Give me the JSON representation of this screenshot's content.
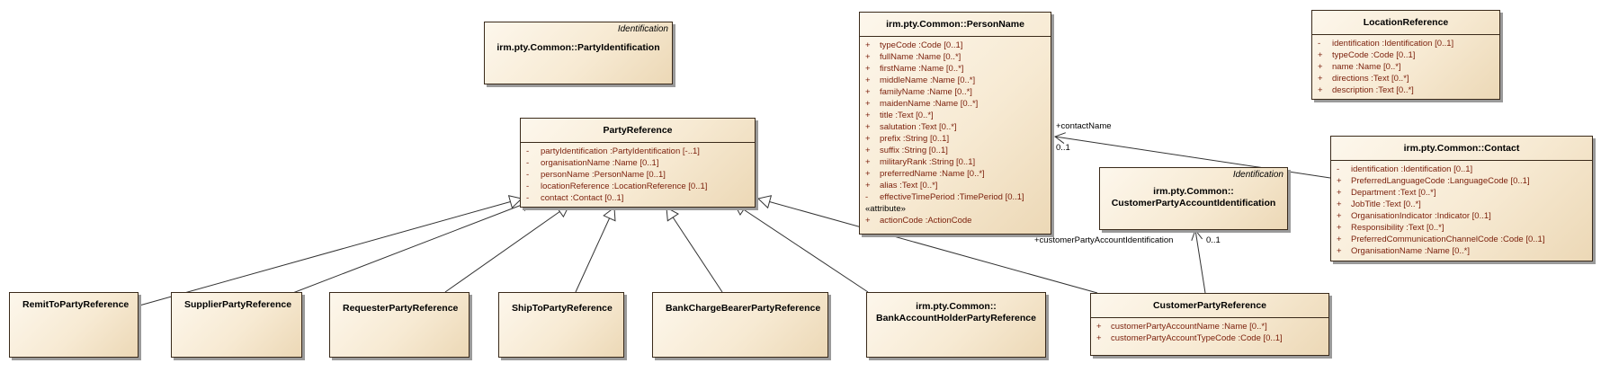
{
  "classes": {
    "party_identification": {
      "stereotype": "Identification",
      "name": "irm.pty.Common::PartyIdentification"
    },
    "party_reference": {
      "name": "PartyReference",
      "attributes": [
        {
          "vis": "-",
          "text": "partyIdentification  :PartyIdentification [-..1]"
        },
        {
          "vis": "-",
          "text": "organisationName  :Name [0..1]"
        },
        {
          "vis": "-",
          "text": "personName  :PersonName [0..1]"
        },
        {
          "vis": "-",
          "text": "locationReference  :LocationReference [0..1]"
        },
        {
          "vis": "-",
          "text": "contact  :Contact [0..1]"
        }
      ]
    },
    "person_name": {
      "name": "irm.pty.Common::PersonName",
      "attributes": [
        {
          "vis": "+",
          "text": "typeCode  :Code [0..1]"
        },
        {
          "vis": "+",
          "text": "fullName  :Name [0..*]"
        },
        {
          "vis": "+",
          "text": "firstName  :Name [0..*]"
        },
        {
          "vis": "+",
          "text": "middleName  :Name [0..*]"
        },
        {
          "vis": "+",
          "text": "familyName  :Name [0..*]"
        },
        {
          "vis": "+",
          "text": "maidenName  :Name [0..*]"
        },
        {
          "vis": "+",
          "text": "title  :Text [0..*]"
        },
        {
          "vis": "+",
          "text": "salutation  :Text [0..*]"
        },
        {
          "vis": "+",
          "text": "prefix  :String [0..1]"
        },
        {
          "vis": "+",
          "text": "suffix  :String [0..1]"
        },
        {
          "vis": "+",
          "text": "militaryRank  :String [0..1]"
        },
        {
          "vis": "+",
          "text": "preferredName  :Name [0..*]"
        },
        {
          "vis": "+",
          "text": "alias  :Text [0..*]"
        },
        {
          "vis": "-",
          "text": "effectiveTimePeriod  :TimePeriod [0..1]"
        }
      ],
      "section": "«attribute»",
      "section_attributes": [
        {
          "vis": "+",
          "text": "actionCode  :ActionCode"
        }
      ]
    },
    "location_reference": {
      "name": "LocationReference",
      "attributes": [
        {
          "vis": "-",
          "text": "identification  :Identification [0..1]"
        },
        {
          "vis": "+",
          "text": "typeCode  :Code [0..1]"
        },
        {
          "vis": "+",
          "text": "name  :Name [0..*]"
        },
        {
          "vis": "+",
          "text": "directions  :Text [0..*]"
        },
        {
          "vis": "+",
          "text": "description  :Text [0..*]"
        }
      ]
    },
    "contact": {
      "name": "irm.pty.Common::Contact",
      "attributes": [
        {
          "vis": "-",
          "text": "identification  :Identification [0..1]"
        },
        {
          "vis": "+",
          "text": "PreferredLanguageCode  :LanguageCode [0..1]"
        },
        {
          "vis": "+",
          "text": "Department  :Text [0..*]"
        },
        {
          "vis": "+",
          "text": "JobTitle  :Text [0..*]"
        },
        {
          "vis": "+",
          "text": "OrganisationIndicator  :Indicator [0..1]"
        },
        {
          "vis": "+",
          "text": "Responsibility  :Text [0..*]"
        },
        {
          "vis": "+",
          "text": "PreferredCommunicationChannelCode  :Code [0..1]"
        },
        {
          "vis": "+",
          "text": "OrganisationName  :Name [0..*]"
        }
      ]
    },
    "customer_party_account_identification": {
      "stereotype": "Identification",
      "name_line1": "irm.pty.Common::",
      "name_line2": "CustomerPartyAccountIdentification"
    },
    "customer_party_reference": {
      "name": "CustomerPartyReference",
      "attributes": [
        {
          "vis": "+",
          "text": "customerPartyAccountName  :Name [0..*]"
        },
        {
          "vis": "+",
          "text": "customerPartyAccountTypeCode  :Code [0..1]"
        }
      ]
    },
    "remit_to": {
      "name": "RemitToPartyReference"
    },
    "supplier": {
      "name": "SupplierPartyReference"
    },
    "requester": {
      "name": "RequesterPartyReference"
    },
    "ship_to": {
      "name": "ShipToPartyReference"
    },
    "bank_charge_bearer": {
      "name": "BankChargeBearerPartyReference"
    },
    "bank_account_holder": {
      "name_line1": "irm.pty.Common::",
      "name_line2": "BankAccountHolderPartyReference"
    }
  },
  "connectors": {
    "contact_name_role": "+contactName",
    "contact_name_mult": "0..1",
    "cpai_role": "+customerPartyAccountIdentification",
    "cpai_mult": "0..1"
  },
  "colors": {
    "line": "#333333",
    "attribute_text": "#7a1e0a"
  }
}
